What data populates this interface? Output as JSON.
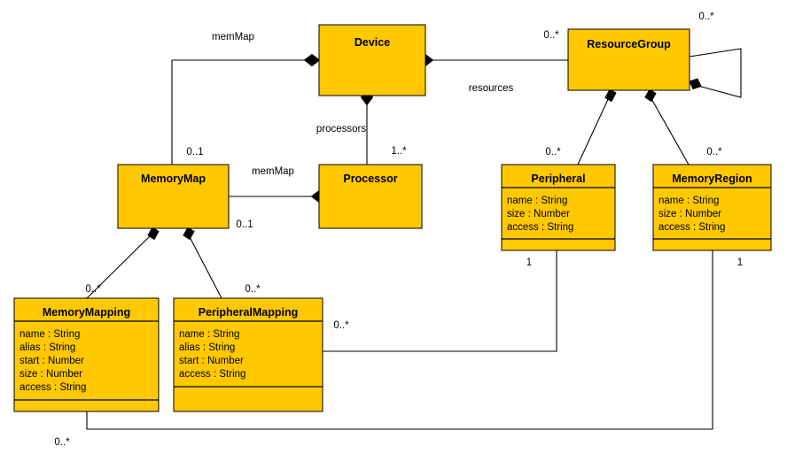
{
  "diagram": {
    "title": "Device resource UML class diagram",
    "background_color": "#ffffff",
    "class_fill_color": "#FFC800",
    "line_color": "#000000"
  },
  "classes": {
    "device": {
      "name": "Device",
      "attributes": []
    },
    "resource_group": {
      "name": "ResourceGroup",
      "attributes": []
    },
    "memory_map": {
      "name": "MemoryMap",
      "attributes": []
    },
    "processor": {
      "name": "Processor",
      "attributes": []
    },
    "peripheral": {
      "name": "Peripheral",
      "attributes": [
        "name : String",
        "size : Number",
        "access : String"
      ]
    },
    "memory_region": {
      "name": "MemoryRegion",
      "attributes": [
        "name : String",
        "size : Number",
        "access : String"
      ]
    },
    "memory_mapping": {
      "name": "MemoryMapping",
      "attributes": [
        "name : String",
        "alias : String",
        "start : Number",
        "size : Number",
        "access : String"
      ]
    },
    "peripheral_mapping": {
      "name": "PeripheralMapping",
      "attributes": [
        "name : String",
        "alias : String",
        "start : Number",
        "access : String"
      ]
    }
  },
  "edge_labels": {
    "mem_map_device": "memMap",
    "resources": "resources",
    "processors": "processors",
    "mem_map_processor": "memMap"
  },
  "multiplicities": {
    "memorymap_to_device": "0..1",
    "resourcegroup_at_device": "0..*",
    "resourcegroup_self": "0..*",
    "processor_at_device": "1..*",
    "memorymap_to_processor": "0..1",
    "peripheral_at_group": "0..*",
    "memoryregion_at_group": "0..*",
    "memorymapping_at_map": "0..*",
    "peripheralmapping_at_map": "0..*",
    "peripheral_bottom": "1",
    "memoryregion_bottom": "1",
    "peripheralmapping_right": "0..*",
    "memorymapping_bottom": "0..*"
  }
}
